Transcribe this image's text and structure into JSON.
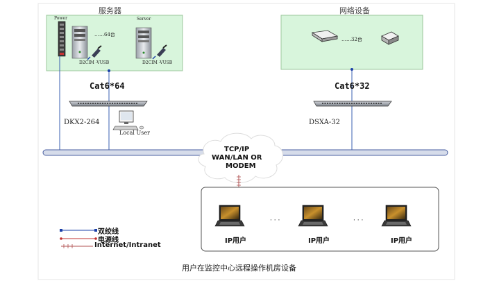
{
  "server_box": {
    "title": "服务器",
    "label_power": "Power",
    "label_server": "Server",
    "count_label": "……64台",
    "dongle_label_1": "D2CIM -VUSB",
    "dongle_label_2": "D2CIM -VUSB"
  },
  "network_box": {
    "title": "网络设备",
    "count_label": "……32台"
  },
  "left_chain": {
    "cable_label": "Cat6*64",
    "switch_label": "DKX2-264",
    "local_user_label": "Local User"
  },
  "right_chain": {
    "cable_label": "Cat6*32",
    "switch_label": "DSXA-32"
  },
  "network_cloud": {
    "line1": "TCP/IP",
    "line2": "WAN/LAN OR",
    "line3": "MODEM"
  },
  "clients": {
    "items": [
      {
        "label": "IP用户"
      },
      {
        "label": "IP用户"
      },
      {
        "label": "IP用户"
      }
    ],
    "ellipsis_1": "·  ·  ·",
    "ellipsis_2": "·  ·  ·"
  },
  "legend": {
    "items": [
      {
        "label": "双绞线",
        "color": "#1a3fa8"
      },
      {
        "label": "电源线",
        "color": "#c03030"
      },
      {
        "label": "Internet/Intranet",
        "color": "#b05050"
      }
    ]
  },
  "caption": "用户在监控中心远程操作机房设备",
  "colors": {
    "green_fill": "#d8f5dc",
    "green_border": "#9cc79c",
    "cable_blue": "#3a5fb0",
    "bus_fill": "#d6dcea"
  }
}
